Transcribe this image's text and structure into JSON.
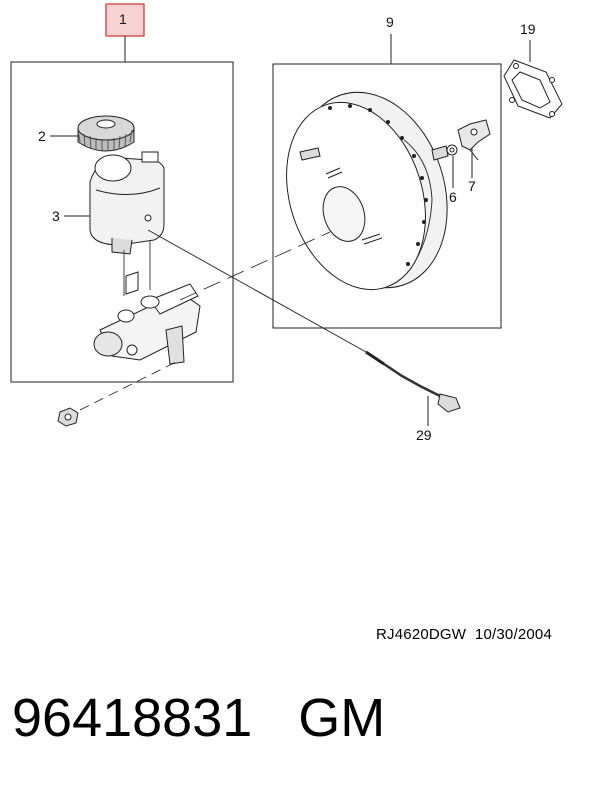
{
  "callouts": {
    "c1": "1",
    "c2": "2",
    "c3": "3",
    "c6": "6",
    "c7": "7",
    "c9": "9",
    "c19": "19",
    "c29": "29"
  },
  "colors": {
    "highlight_border": "#d94a4a",
    "highlight_fill": "#f7d2d2",
    "line": "#222222"
  },
  "footer": {
    "reference_code": "RJ4620DGW",
    "date": "10/30/2004"
  },
  "part": {
    "number": "96418831",
    "brand": "GM"
  }
}
